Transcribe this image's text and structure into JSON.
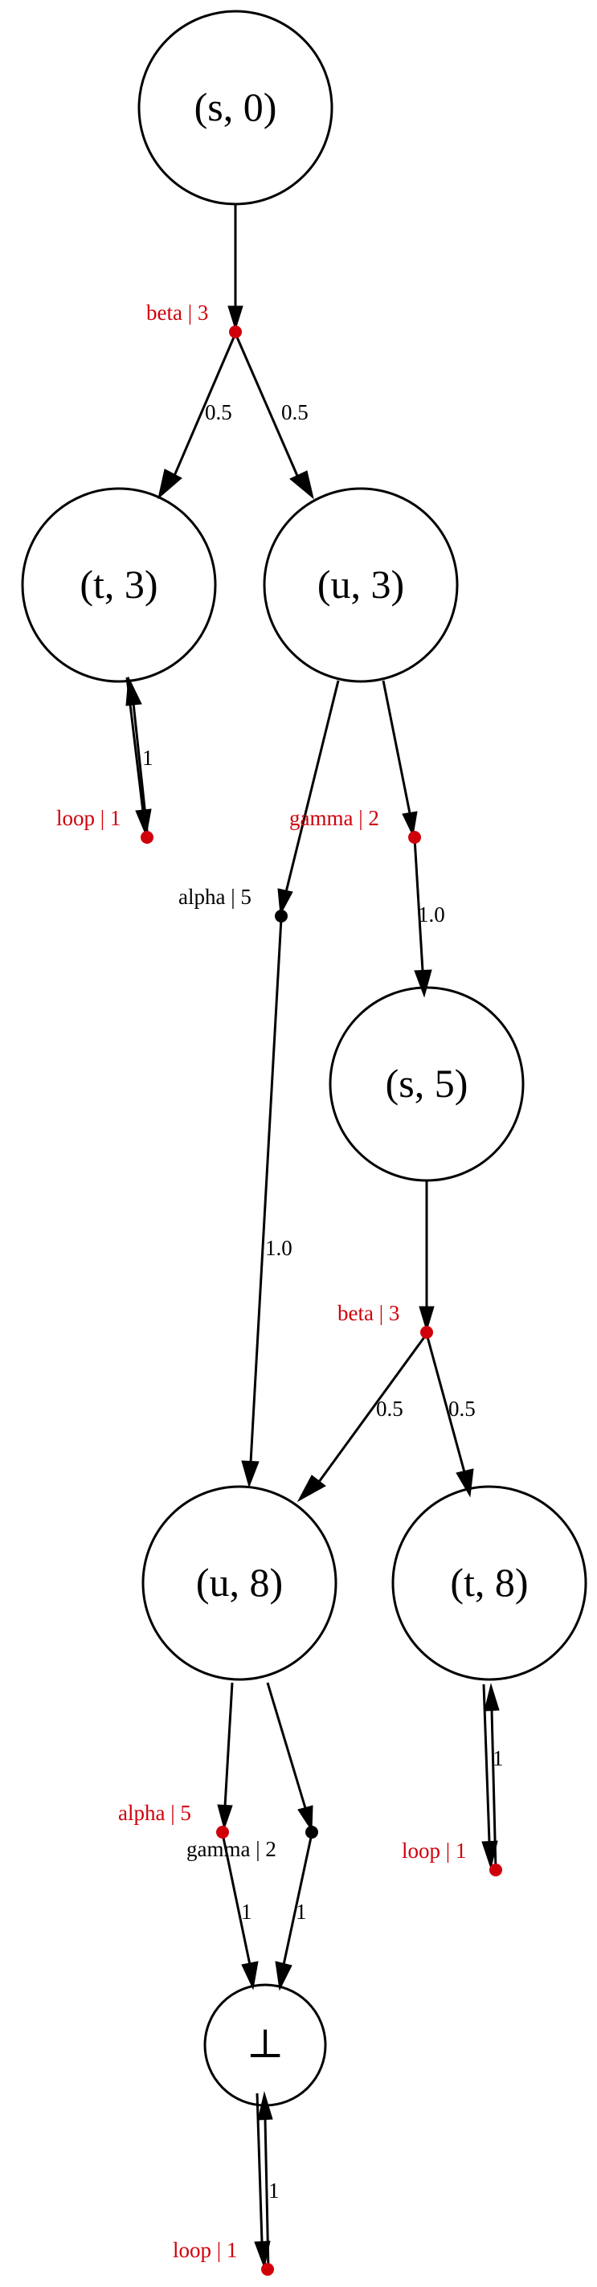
{
  "colors": {
    "node_stroke": "#000000",
    "strategy_action": "#d0000b",
    "other_action": "#000000"
  },
  "nodes": {
    "s0": "(s, 0)",
    "t3": "(t, 3)",
    "u3": "(u, 3)",
    "s5": "(s, 5)",
    "u8": "(u, 8)",
    "t8": "(t, 8)",
    "bot": "⊥"
  },
  "actions": {
    "beta_s0": {
      "label": "beta | 3",
      "color": "#d0000b"
    },
    "loop_t3": {
      "label": "loop | 1",
      "color": "#d0000b"
    },
    "alpha_u3": {
      "label": "alpha | 5",
      "color": "#000000"
    },
    "gamma_u3": {
      "label": "gamma | 2",
      "color": "#d0000b"
    },
    "beta_s5": {
      "label": "beta | 3",
      "color": "#d0000b"
    },
    "alpha_u8": {
      "label": "alpha | 5",
      "color": "#d0000b"
    },
    "gamma_u8": {
      "label": "gamma | 2",
      "color": "#000000"
    },
    "loop_t8": {
      "label": "loop | 1",
      "color": "#d0000b"
    },
    "loop_bot": {
      "label": "loop | 1",
      "color": "#d0000b"
    }
  },
  "probabilities": {
    "beta_s0_t3": "0.5",
    "beta_s0_u3": "0.5",
    "loop_t3": "1",
    "alpha_u3_u8": "1.0",
    "gamma_u3_s5": "1.0",
    "beta_s5_u8": "0.5",
    "beta_s5_t8": "0.5",
    "alpha_u8_bot": "1",
    "gamma_u8_bot": "1",
    "loop_t8": "1",
    "loop_bot": "1"
  }
}
